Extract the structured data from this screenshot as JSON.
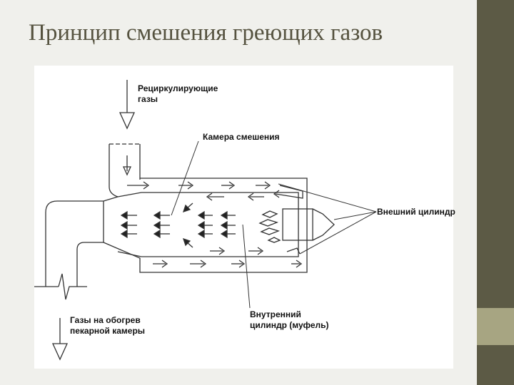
{
  "slide": {
    "title": "Принцип смешения греющих газов",
    "colors": {
      "title": "#55523f",
      "sidebar_dark": "#5c5a45",
      "sidebar_light": "#a7a582",
      "background": "#f0f0ec"
    }
  },
  "diagram": {
    "labels": {
      "recirculating_gases": "Рециркулирующие\nгазы",
      "mixing_chamber": "Камера смешения",
      "outer_cylinder": "Внешний цилиндр",
      "inner_cylinder": "Внутренний\nцилиндр (муфель)",
      "heating_gases": "Газы на обогрев\nпекарной камеры"
    }
  }
}
